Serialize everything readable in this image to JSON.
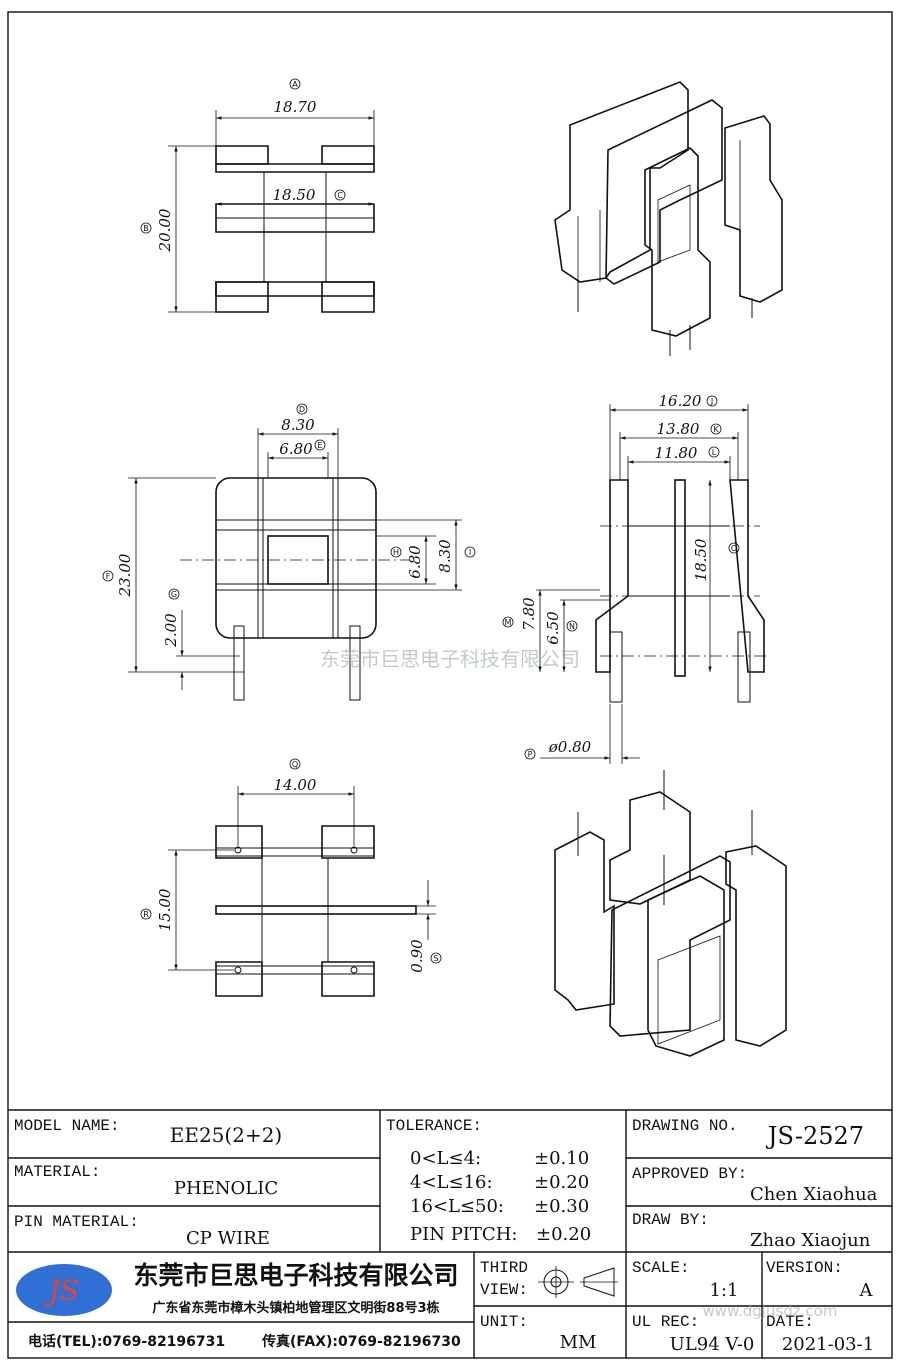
{
  "dimensions": {
    "A": {
      "mark": "A",
      "value": "18.70"
    },
    "B": {
      "mark": "B",
      "value": "20.00"
    },
    "C": {
      "mark": "C",
      "value": "18.50"
    },
    "D": {
      "mark": "D",
      "value": "8.30"
    },
    "E": {
      "mark": "E",
      "value": "6.80"
    },
    "F": {
      "mark": "F",
      "value": "23.00"
    },
    "G": {
      "mark": "G",
      "value": "2.00"
    },
    "H": {
      "mark": "H",
      "value": "6.80"
    },
    "I": {
      "mark": "I",
      "value": "8.30"
    },
    "J": {
      "mark": "J",
      "value": "16.20"
    },
    "K": {
      "mark": "K",
      "value": "13.80"
    },
    "L": {
      "mark": "L",
      "value": "11.80"
    },
    "O": {
      "mark": "O",
      "value": "18.50"
    },
    "M": {
      "mark": "M",
      "value": "7.80"
    },
    "N": {
      "mark": "N",
      "value": "6.50"
    },
    "P": {
      "mark": "P",
      "value": "ø0.80"
    },
    "Q": {
      "mark": "Q",
      "value": "14.00"
    },
    "R": {
      "mark": "R",
      "value": "15.00"
    },
    "S": {
      "mark": "S",
      "value": "0.90"
    }
  },
  "watermark": "东莞市巨思电子科技有限公司",
  "watermark_url": "www.dgjusdz.com",
  "title_block": {
    "model_name_label": "MODEL NAME:",
    "model_name": "EE25(2+2)",
    "material_label": "MATERIAL:",
    "material": "PHENOLIC",
    "pin_material_label": "PIN MATERIAL:",
    "pin_material": "CP WIRE",
    "tolerance_label": "TOLERANCE:",
    "tolerances": [
      {
        "range": "0<L≤4:",
        "value": "±0.10"
      },
      {
        "range": "4<L≤16:",
        "value": "±0.20"
      },
      {
        "range": "16<L≤50:",
        "value": "±0.30"
      },
      {
        "range": "PIN PITCH:",
        "value": "±0.20"
      }
    ],
    "drawing_no_label": "DRAWING NO.",
    "drawing_no": "JS-2527",
    "approved_by_label": "APPROVED BY:",
    "approved_by": "Chen Xiaohua",
    "draw_by_label": "DRAW BY:",
    "draw_by": "Zhao Xiaojun",
    "company_logo": "JS",
    "company_name": "东莞市巨思电子科技有限公司",
    "company_address": "广东省东莞市樟木头镇柏地管理区文明街88号3栋",
    "tel": "电话(TEL):0769-82196731",
    "fax": "传真(FAX):0769-82196730",
    "third_view_label_1": "THIRD",
    "third_view_label_2": "VIEW:",
    "unit_label": "UNIT:",
    "unit": "MM",
    "scale_label": "SCALE:",
    "scale": "1:1",
    "version_label": "VERSION:",
    "version": "A",
    "ul_rec_label": "UL REC:",
    "ul_rec": "UL94 V-0",
    "date_label": "DATE:",
    "date": "2021-03-1"
  }
}
